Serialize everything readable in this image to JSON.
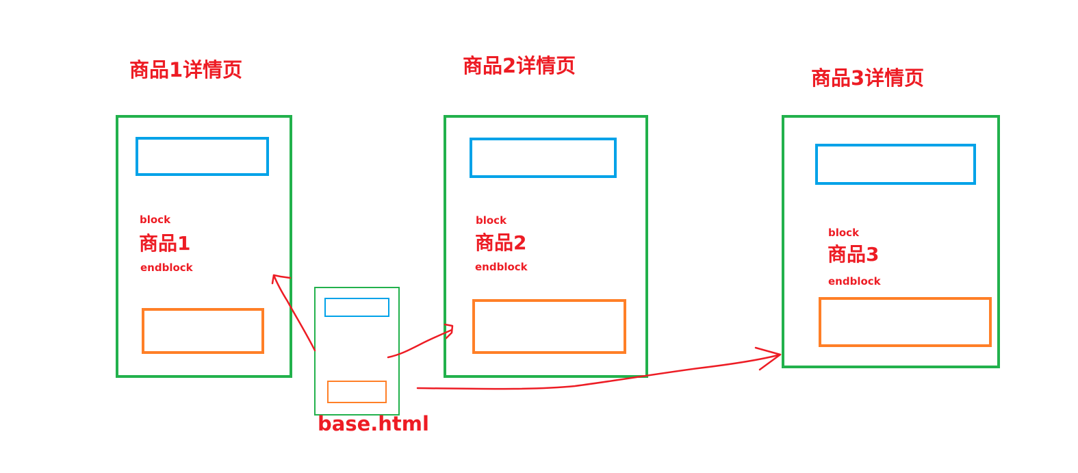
{
  "colors": {
    "text_red": "#ed1c24",
    "frame_green": "#22b14c",
    "header_blue": "#00a2e8",
    "footer_orange": "#ff7f27",
    "arrow_red": "#ed1c24"
  },
  "pages": [
    {
      "title": "商品1详情页",
      "block_kw": "block",
      "content": "商品1",
      "endblock_kw": "endblock"
    },
    {
      "title": "商品2详情页",
      "block_kw": "block",
      "content": "商品2",
      "endblock_kw": "endblock"
    },
    {
      "title": "商品3详情页",
      "block_kw": "block",
      "content": "商品3",
      "endblock_kw": "endblock"
    }
  ],
  "base_template": {
    "label": "base.html"
  }
}
